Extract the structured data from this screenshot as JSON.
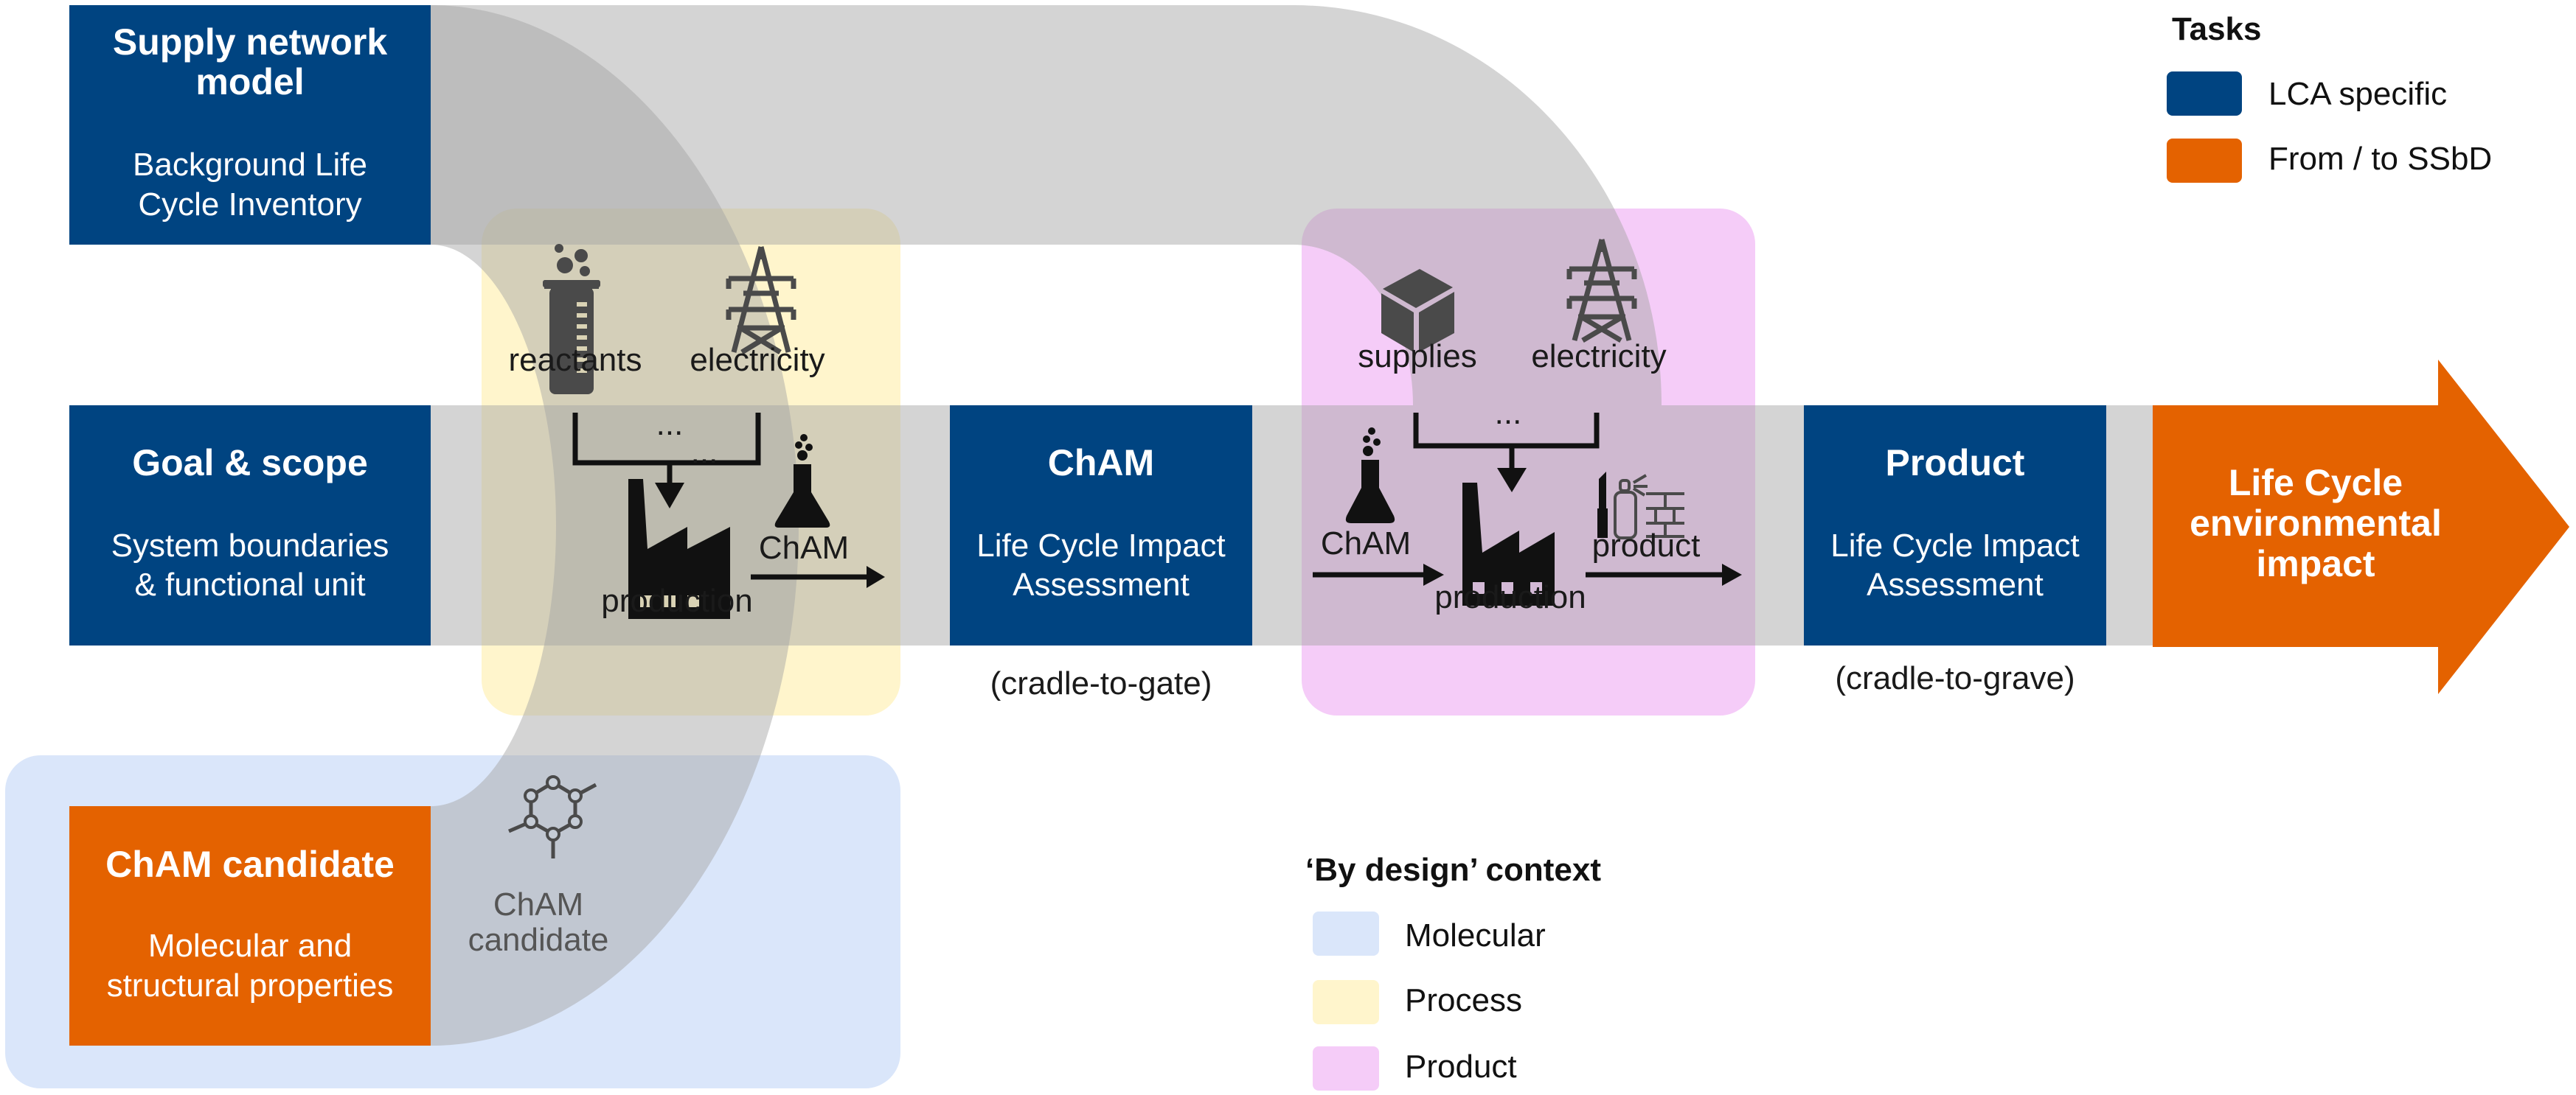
{
  "colors": {
    "lca_blue": "#004481",
    "ssbd_orange": "#E46200",
    "band_grey": "#BFBFBF",
    "molecular": "#DAE6FA",
    "process": "#FFF5CC",
    "product": "#F5CCF8"
  },
  "boxes": {
    "supply": {
      "title_line1": "Supply network",
      "title_line2": "model",
      "sub_line1": "Background Life",
      "sub_line2": "Cycle Inventory"
    },
    "goal": {
      "title": "Goal & scope",
      "sub_line1": "System boundaries",
      "sub_line2": "& functional unit"
    },
    "cham": {
      "title": "ChAM",
      "sub_line1": "Life Cycle Impact",
      "sub_line2": "Assessment",
      "caption": "(cradle-to-gate)"
    },
    "product": {
      "title": "Product",
      "sub_line1": "Life Cycle Impact",
      "sub_line2": "Assessment",
      "caption": "(cradle-to-grave)"
    },
    "candidate": {
      "title": "ChAM candidate",
      "sub_line1": "Molecular and",
      "sub_line2": "structural properties"
    },
    "outcome": {
      "line1": "Life Cycle",
      "line2": "environmental",
      "line3": "impact"
    }
  },
  "process_stage": {
    "input1": "reactants",
    "input2": "electricity",
    "ellipsis1": "...",
    "ellipsis2": "...",
    "process": "production",
    "output": "ChAM"
  },
  "product_stage": {
    "input1": "supplies",
    "input2": "electricity",
    "ellipsis": "...",
    "input_flow": "ChAM",
    "process": "production",
    "output": "product"
  },
  "molecule": {
    "line1": "ChAM",
    "line2": "candidate"
  },
  "legend_tasks": {
    "title": "Tasks",
    "items": [
      {
        "label": "LCA specific",
        "color": "#004481"
      },
      {
        "label": "From / to SSbD",
        "color": "#E46200"
      }
    ]
  },
  "legend_context": {
    "title": "‘By design’ context",
    "items": [
      {
        "label": "Molecular",
        "color": "#DAE6FA"
      },
      {
        "label": "Process",
        "color": "#FFF5CC"
      },
      {
        "label": "Product",
        "color": "#F5CCF8"
      }
    ]
  }
}
